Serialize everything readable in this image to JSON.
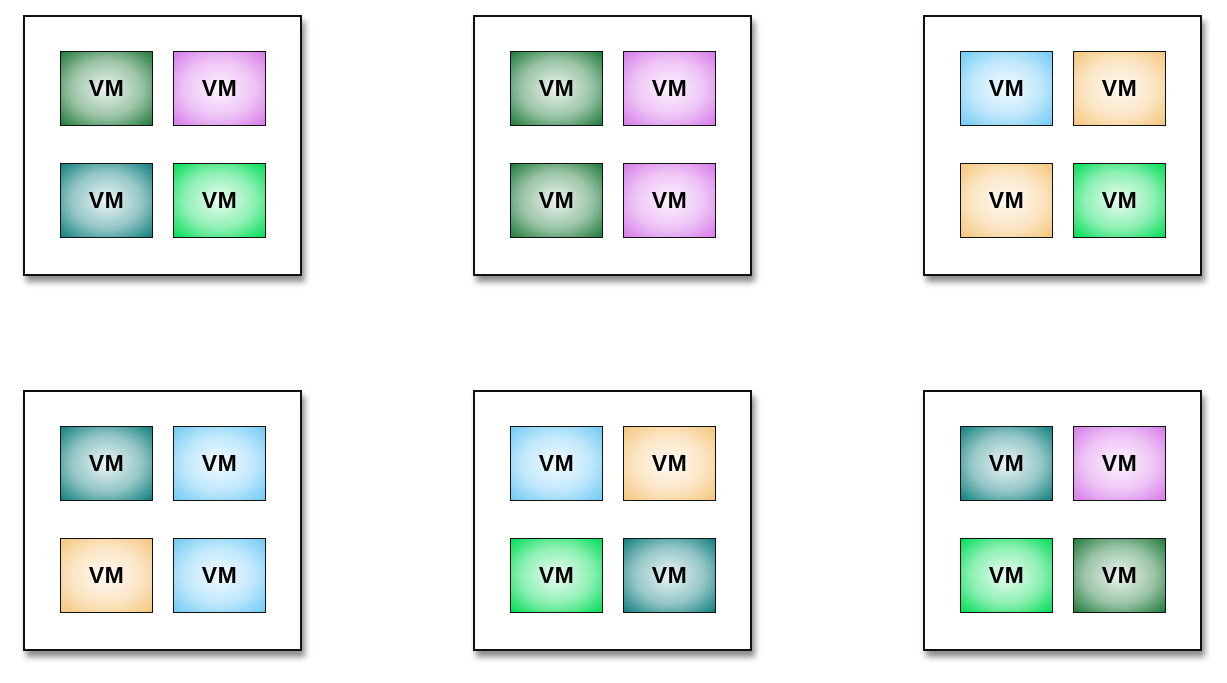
{
  "palette": {
    "dark-green": "#1f7a3a",
    "violet": "#d77ae8",
    "teal": "#0f7f7f",
    "bright-green": "#00dd55",
    "sky-blue": "#6fcaf5",
    "peach": "#f5c57a"
  },
  "hosts": [
    {
      "vms": [
        {
          "label": "VM",
          "color": "dark-green"
        },
        {
          "label": "VM",
          "color": "violet"
        },
        {
          "label": "VM",
          "color": "teal"
        },
        {
          "label": "VM",
          "color": "bright-green"
        }
      ]
    },
    {
      "vms": [
        {
          "label": "VM",
          "color": "dark-green"
        },
        {
          "label": "VM",
          "color": "violet"
        },
        {
          "label": "VM",
          "color": "dark-green"
        },
        {
          "label": "VM",
          "color": "violet"
        }
      ]
    },
    {
      "vms": [
        {
          "label": "VM",
          "color": "sky-blue"
        },
        {
          "label": "VM",
          "color": "peach"
        },
        {
          "label": "VM",
          "color": "peach"
        },
        {
          "label": "VM",
          "color": "bright-green"
        }
      ]
    },
    {
      "vms": [
        {
          "label": "VM",
          "color": "teal"
        },
        {
          "label": "VM",
          "color": "sky-blue"
        },
        {
          "label": "VM",
          "color": "peach"
        },
        {
          "label": "VM",
          "color": "sky-blue"
        }
      ]
    },
    {
      "vms": [
        {
          "label": "VM",
          "color": "sky-blue"
        },
        {
          "label": "VM",
          "color": "peach"
        },
        {
          "label": "VM",
          "color": "bright-green"
        },
        {
          "label": "VM",
          "color": "teal"
        }
      ]
    },
    {
      "vms": [
        {
          "label": "VM",
          "color": "teal"
        },
        {
          "label": "VM",
          "color": "violet"
        },
        {
          "label": "VM",
          "color": "bright-green"
        },
        {
          "label": "VM",
          "color": "dark-green"
        }
      ]
    }
  ]
}
